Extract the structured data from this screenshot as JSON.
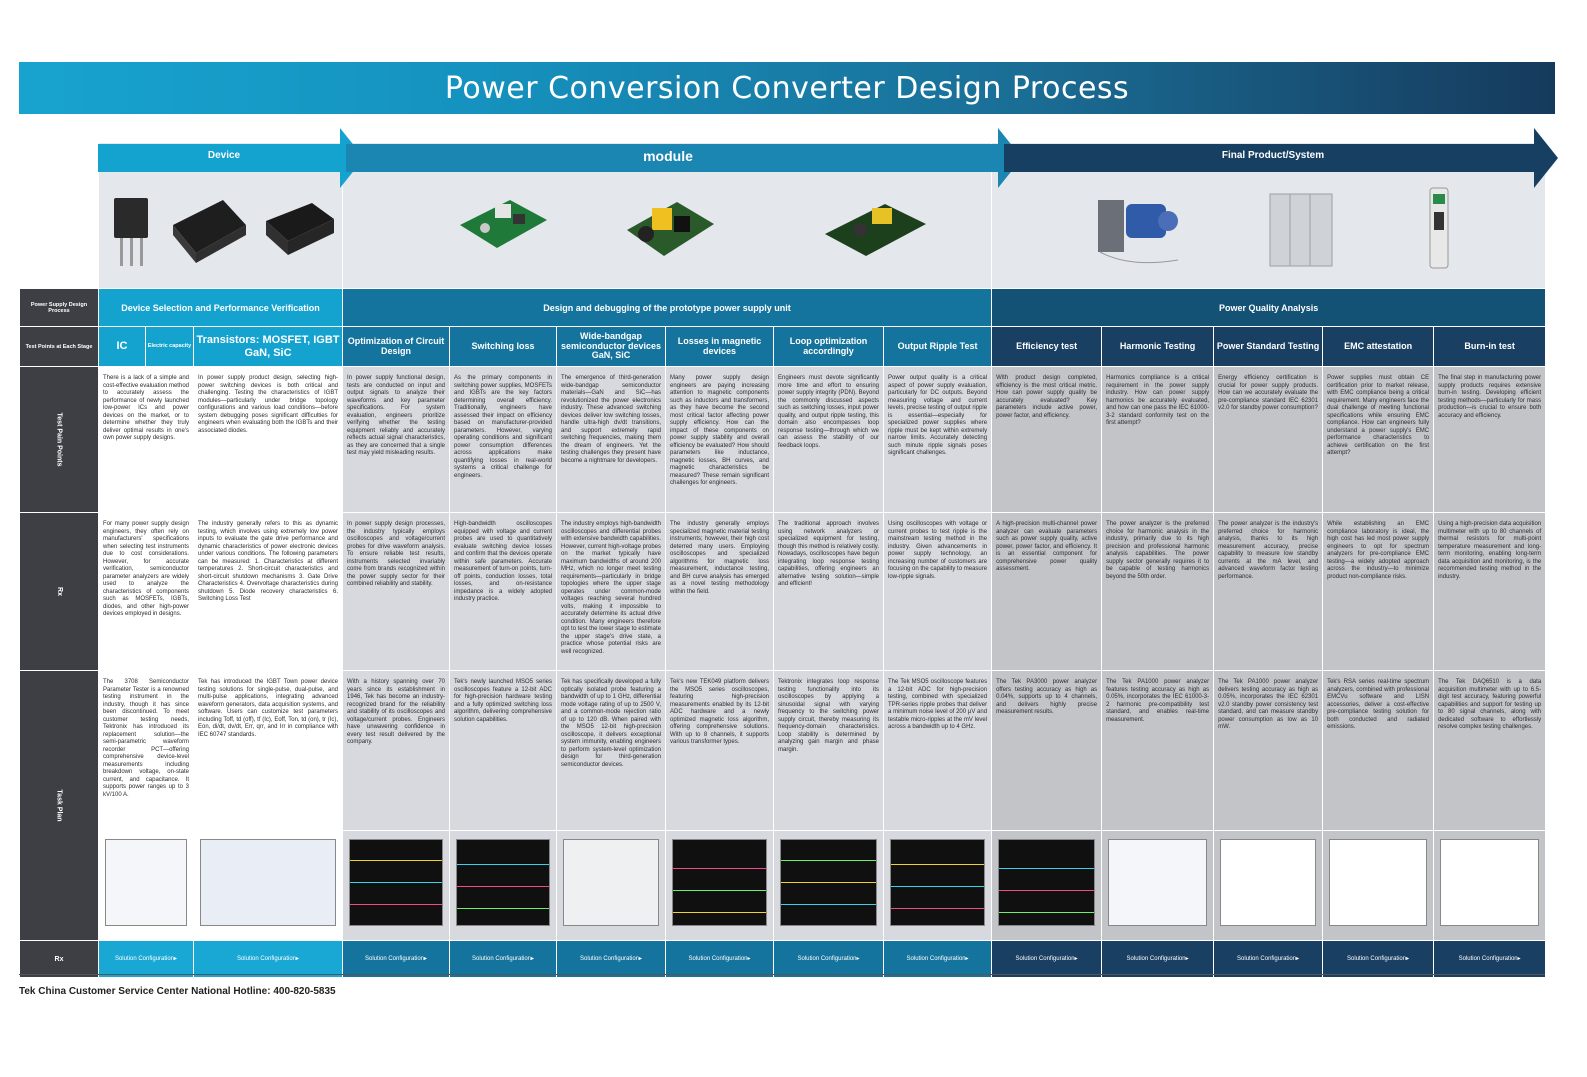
{
  "title": "Power Conversion Converter Design Process",
  "stages": [
    "Device",
    "module",
    "Final Product/System"
  ],
  "row_labels": {
    "process": "Power Supply Design Process",
    "test_points": "Test Points at Each Stage",
    "pain_points": "Test Pain Points",
    "rx": "Rx",
    "task_plan": "Task Plan",
    "rx2": "Rx"
  },
  "phases": [
    "Device Selection and Performance Verification",
    "Design and debugging of the prototype power supply unit",
    "Power Quality Analysis"
  ],
  "columns": [
    {
      "label": "IC",
      "pain": "There is a lack of a simple and cost-effective evaluation method to accurately assess the performance of newly launched low-power ICs and power devices on the market, or to determine whether they truly deliver optimal results in one's own power supply designs.",
      "rx": "For many power supply design engineers, they often rely on manufacturers' specifications when selecting test instruments due to cost considerations. However, for accurate verification, semiconductor parameter analyzers are widely used to analyze the characteristics of components such as MOSFETs, IGBTs, diodes, and other high-power devices employed in designs.",
      "task": "The 3708 Semiconductor Parameter Tester is a renowned testing instrument in the industry, though it has since been discontinued. To meet customer testing needs, Tektronix has introduced its replacement solution—the semi-parametric waveform recorder PCT—offering comprehensive device-level measurements including breakdown voltage, on-state current, and capacitance. It supports power ranges up to 3 kV/100 A.",
      "sol": "Solution Configuration▸"
    },
    {
      "label": "Electric capacity",
      "pain": "",
      "rx": "",
      "task": "",
      "sol": ""
    },
    {
      "label": "Transistors: MOSFET, IGBT GaN, SiC",
      "pain": "In power supply product design, selecting high-power switching devices is both critical and challenging. Testing the characteristics of IGBT modules—particularly under bridge topology configurations and various load conditions—before system debugging poses significant difficulties for engineers when evaluating both the IGBTs and their associated diodes.",
      "rx": "The industry generally refers to this as dynamic testing, which involves using extremely low power inputs to evaluate the gate drive performance and dynamic characteristics of power electronic devices under various conditions. The following parameters can be measured: 1. Characteristics at different temperatures 2. Short-circuit characteristics and short-circuit shutdown mechanisms 3. Gate Drive Characteristics 4. Overvoltage characteristics during shutdown 5. Diode recovery characteristics 6. Switching Loss Test",
      "task": "Tek has introduced the IGBT Town power device testing solutions for single-pulse, dual-pulse, and multi-pulse applications, integrating advanced waveform generators, data acquisition systems, and software. Users can customize test parameters including Toff, td (off), tf (Ic), Eoff, Ton, td (on), tr (Ic), Eon, di/dt, dv/dt, Err, qrr, and Irr in compliance with IEC 60747 standards.",
      "sol": "Solution Configuration▸"
    },
    {
      "label": "Optimization of Circuit Design",
      "pain": "In power supply functional design, tests are conducted on input and output signals to analyze their waveforms and key parameter specifications. For system evaluation, engineers prioritize verifying whether the testing equipment reliably and accurately reflects actual signal characteristics, as they are concerned that a single test may yield misleading results.",
      "rx": "In power supply design processes, the industry typically employs oscilloscopes and voltage/current probes for drive waveform analysis. To ensure reliable test results, instruments selected invariably come from brands recognized within the power supply sector for their combined reliability and stability.",
      "task": "With a history spanning over 70 years since its establishment in 1946, Tek has become an industry-recognized brand for the reliability and stability of its oscilloscopes and voltage/current probes. Engineers have unwavering confidence in every test result delivered by the company.",
      "sol": "Solution Configuration▸"
    },
    {
      "label": "Switching loss",
      "pain": "As the primary components in switching power supplies, MOSFETs and IGBTs are the key factors determining overall efficiency. Traditionally, engineers have assessed their impact on efficiency based on manufacturer-provided parameters. However, varying operating conditions and significant power consumption differences across applications make quantifying losses in real-world systems a critical challenge for engineers.",
      "rx": "High-bandwidth oscilloscopes equipped with voltage and current probes are used to quantitatively evaluate switching device losses and confirm that the devices operate within safe parameters. Accurate measurement of turn-on points, turn-off points, conduction losses, total losses, and on-resistance impedance is a widely adopted industry practice.",
      "task": "Tek's newly launched MSO5 series oscilloscopes feature a 12-bit ADC for high-precision hardware testing and a fully optimized switching loss algorithm, delivering comprehensive solution capabilities.",
      "sol": "Solution Configuration▸"
    },
    {
      "label": "Wide-bandgap semiconductor devices GaN, SiC",
      "pain": "The emergence of third-generation wide-bandgap semiconductor materials—GaN and SiC—has revolutionized the power electronics industry. These advanced switching devices deliver low switching losses, handle ultra-high dv/dt transitions, and support extremely rapid switching frequencies, making them the dream of engineers. Yet the testing challenges they present have become a nightmare for developers.",
      "rx": "The industry employs high-bandwidth oscilloscopes and differential probes with extensive bandwidth capabilities. However, current high-voltage probes on the market typically have maximum bandwidths of around 200 MHz, which no longer meet testing requirements—particularly in bridge topologies where the upper stage operates under common-mode voltages reaching several hundred volts, making it impossible to accurately determine its actual drive condition. Many engineers therefore opt to test the lower stage to estimate the upper stage's drive state, a practice whose potential risks are well recognized.",
      "task": "Tek has specifically developed a fully optically isolated probe featuring a bandwidth of up to 1 GHz, differential mode voltage rating of up to 2500 V, and a common-mode rejection ratio of up to 120 dB. When paired with the MSO5 12-bit high-precision oscilloscope, it delivers exceptional system immunity, enabling engineers to perform system-level optimization design for third-generation semiconductor devices.",
      "sol": "Solution Configuration▸"
    },
    {
      "label": "Losses in magnetic devices",
      "pain": "Many power supply design engineers are paying increasing attention to magnetic components such as inductors and transformers, as they have become the second most critical factor affecting power supply efficiency. How can the impact of these components on power supply stability and overall efficiency be evaluated? How should parameters like inductance, magnetic losses, BH curves, and magnetic characteristics be measured? These remain significant challenges for engineers.",
      "rx": "The industry generally employs specialized magnetic material testing instruments; however, their high cost deterred many users. Employing oscilloscopes and specialized algorithms for magnetic loss measurement, inductance testing, and BH curve analysis has emerged as a novel testing methodology within the field.",
      "task": "Tek's new TEK049 platform delivers the MSO5 series oscilloscopes, featuring high-precision measurements enabled by its 12-bit ADC hardware and a newly optimized magnetic loss algorithm, offering comprehensive solutions. With up to 8 channels, it supports various transformer types.",
      "sol": "Solution Configuration▸"
    },
    {
      "label": "Loop optimization accordingly",
      "pain": "Engineers must devote significantly more time and effort to ensuring power supply integrity (PDN). Beyond the commonly discussed aspects such as switching losses, input power quality, and output ripple testing, this domain also encompasses loop response testing—through which we can assess the stability of our feedback loops.",
      "rx": "The traditional approach involves using network analyzers or specialized equipment for testing, though this method is relatively costly. Nowadays, oscilloscopes have begun integrating loop response testing capabilities, offering engineers an alternative testing solution—simple and efficient!",
      "task": "Tektronix integrates loop response testing functionality into its oscilloscopes by applying a sinusoidal signal with varying frequency to the switching power supply circuit, thereby measuring its frequency-domain characteristics. Loop stability is determined by analyzing gain margin and phase margin.",
      "sol": "Solution Configuration▸"
    },
    {
      "label": "Output Ripple Test",
      "pain": "Power output quality is a critical aspect of power supply evaluation, particularly for DC outputs. Beyond measuring voltage and current levels, precise testing of output ripple is essential—especially for specialized power supplies where ripple must be kept within extremely narrow limits. Accurately detecting such minute ripple signals poses significant challenges.",
      "rx": "Using oscilloscopes with voltage or current probes to test ripple is the mainstream testing method in the industry. Given advancements in power supply technology, an increasing number of customers are focusing on the capability to measure low-ripple signals.",
      "task": "The Tek MSO5 oscilloscope features a 12-bit ADC for high-precision testing, combined with specialized TPR-series ripple probes that deliver a minimum noise level of 200 μV and testable micro-ripples at the mV level across a bandwidth up to 4 GHz.",
      "sol": "Solution Configuration▸"
    },
    {
      "label": "Efficiency test",
      "pain": "With product design completed, efficiency is the most critical metric. How can power supply quality be accurately evaluated? Key parameters include active power, power factor, and efficiency.",
      "rx": "A high-precision multi-channel power analyzer can evaluate parameters such as power supply quality, active power, power factor, and efficiency. It is an essential component for comprehensive power quality assessment.",
      "task": "The Tek PA3000 power analyzer offers testing accuracy as high as 0.04%, supports up to 4 channels, and delivers highly precise measurement results.",
      "sol": "Solution Configuration▸"
    },
    {
      "label": "Harmonic Testing",
      "pain": "Harmonics compliance is a critical requirement in the power supply industry. How can power supply harmonics be accurately evaluated, and how can one pass the IEC 61000-3-2 standard conformity test on the first attempt?",
      "rx": "The power analyzer is the preferred choice for harmonic analysis in the industry, primarily due to its high precision and professional harmonic analysis capabilities. The power supply sector generally requires it to be capable of testing harmonics beyond the 50th order.",
      "task": "The Tek PA1000 power analyzer features testing accuracy as high as 0.05%, incorporates the IEC 61000-3-2 harmonic pre-compatibility test standard, and enables real-time measurement.",
      "sol": "Solution Configuration▸"
    },
    {
      "label": "Power Standard Testing",
      "pain": "Energy efficiency certification is crucial for power supply products. How can we accurately evaluate the pre-compliance standard IEC 62301 v2.0 for standby power consumption?",
      "rx": "The power analyzer is the industry's preferred choice for harmonic analysis, thanks to its high measurement accuracy, precise capability to measure low standby currents at the mA level, and advanced waveform factor testing performance.",
      "task": "The Tek PA1000 power analyzer delivers testing accuracy as high as 0.05%, incorporates the IEC 62301 v2.0 standby power consistency test standard, and can measure standby power consumption as low as 10 mW.",
      "sol": "Solution Configuration▸"
    },
    {
      "label": "EMC attestation",
      "pain": "Power supplies must obtain CE certification prior to market release, with EMC compliance being a critical requirement. Many engineers face the dual challenge of meeting functional specifications while ensuring EMC compliance. How can engineers fully understand a power supply's EMC performance characteristics to achieve certification on the first attempt?",
      "rx": "While establishing an EMC compliance laboratory is ideal, the high cost has led most power supply engineers to opt for spectrum analyzers for pre-compliance EMC testing—a widely adopted approach across the industry—to minimize product non-compliance risks.",
      "task": "Tek's RSA series real-time spectrum analyzers, combined with professional EMCVu software and LISN accessories, deliver a cost-effective pre-compliance testing solution for both conducted and radiated emissions.",
      "sol": "Solution Configuration▸"
    },
    {
      "label": "Burn-in test",
      "pain": "The final step in manufacturing power supply products requires extensive burn-in testing. Developing efficient testing methods—particularly for mass production—is crucial to ensure both accuracy and efficiency.",
      "rx": "Using a high-precision data acquisition multimeter with up to 80 channels of thermal resistors for multi-point temperature measurement and long-term monitoring, enabling long-term data acquisition and monitoring, is the recommended testing method in the industry.",
      "task": "The Tek DAQ6510 is a data acquisition multimeter with up to 6.5-digit test accuracy, featuring powerful capabilities and support for testing up to 80 signal channels, along with dedicated software to effortlessly resolve complex testing challenges.",
      "sol": "Solution Configuration▸"
    }
  ],
  "footer": "Tek China Customer Service Center National Hotline: 400-820-5835",
  "colors": {
    "stage1": "#14a2cf",
    "stage2": "#15749d",
    "stage3": "#193f63",
    "label_bg": "#3d3f44"
  }
}
